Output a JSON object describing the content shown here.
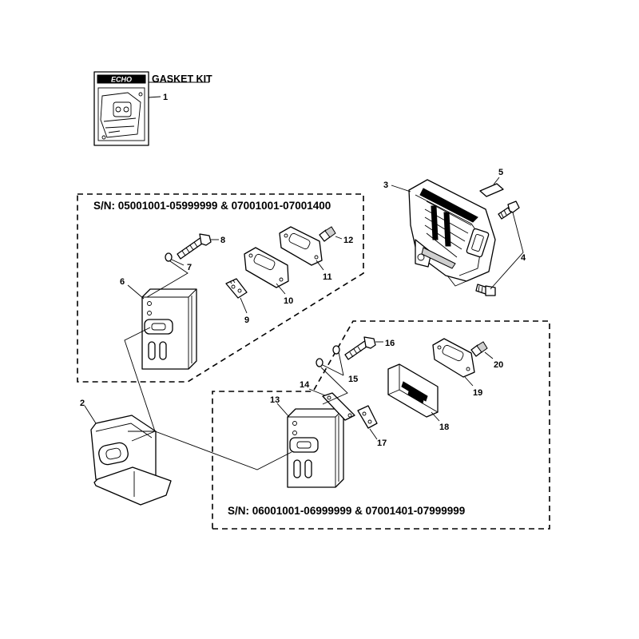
{
  "kit": {
    "logo_text": "ECHO",
    "title": "GASKET KIT"
  },
  "serials": {
    "upper": "S/N: 05001001-05999999 & 07001001-07001400",
    "lower": "S/N: 06001001-06999999 & 07001401-07999999"
  },
  "callouts": {
    "n1": "1",
    "n2": "2",
    "n3": "3",
    "n4": "4",
    "n5": "5",
    "n6": "6",
    "n7": "7",
    "n8": "8",
    "n9": "9",
    "n10": "10",
    "n11": "11",
    "n12": "12",
    "n13": "13",
    "n14": "14",
    "n15": "15",
    "n16": "16",
    "n17": "17",
    "n18": "18",
    "n19": "19",
    "n20": "20"
  }
}
